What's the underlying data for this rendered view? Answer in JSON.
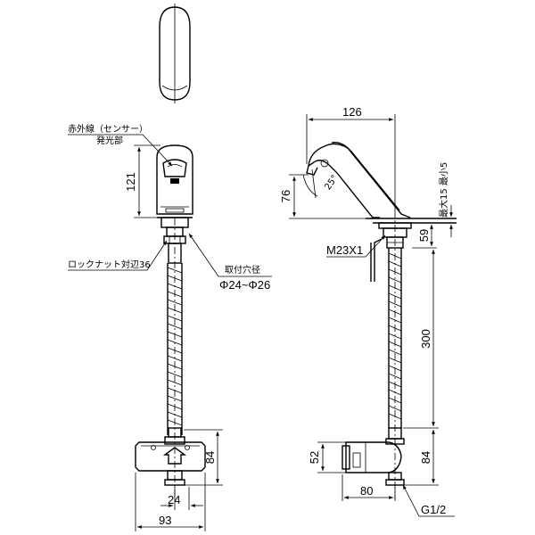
{
  "labels": {
    "sensor_line1": "赤外線（センサー）",
    "sensor_line2": "発光部",
    "lock_nut": "ロックナット対辺36",
    "mount_hole_title": "取付穴径",
    "mount_hole_range": "Φ24~Φ26",
    "thread": "M23X1",
    "pipe_thread": "G1/2",
    "max_thickness": "最大15 最小5",
    "angle": "25°"
  },
  "dimensions": {
    "front_height": "121",
    "width_top": "126",
    "spout_height": "76",
    "below_deck": "59",
    "hose_length": "300",
    "valve_height_right": "84",
    "valve_height_left": "84",
    "valve_body": "52",
    "valve_width": "80",
    "inlet_offset": "24",
    "total_width": "93"
  }
}
